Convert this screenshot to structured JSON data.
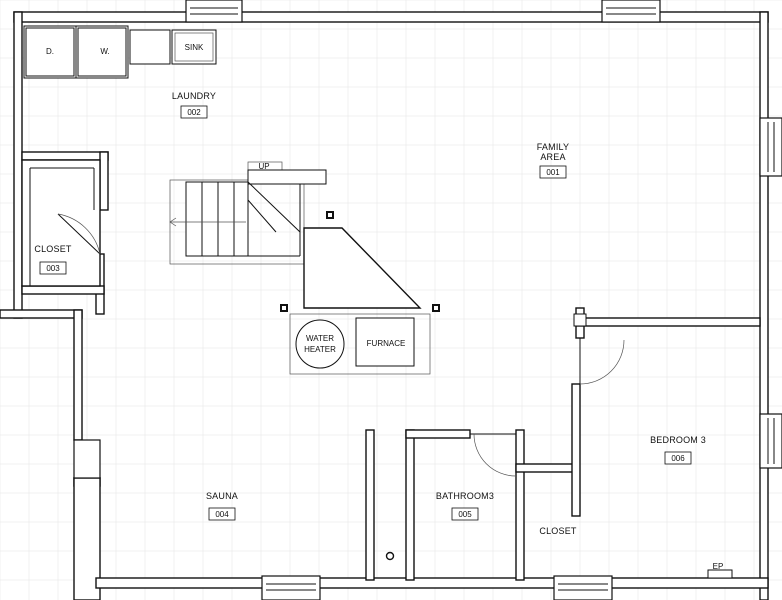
{
  "rooms": {
    "laundry": {
      "name": "LAUNDRY",
      "number": "002"
    },
    "family": {
      "name_line1": "FAMILY",
      "name_line2": "AREA",
      "number": "001"
    },
    "closet": {
      "name": "CLOSET",
      "number": "003"
    },
    "sauna": {
      "name": "SAUNA",
      "number": "004"
    },
    "bathroom": {
      "name": "BATHROOM3",
      "number": "005"
    },
    "bedroom": {
      "name": "BEDROOM 3",
      "number": "006"
    },
    "closet2": {
      "name": "CLOSET"
    }
  },
  "fixtures": {
    "dryer": "D.",
    "washer": "W.",
    "sink": "SINK",
    "stair_up": "UP",
    "water_heater_line1": "WATER",
    "water_heater_line2": "HEATER",
    "furnace": "FURNACE",
    "ep": "EP"
  }
}
